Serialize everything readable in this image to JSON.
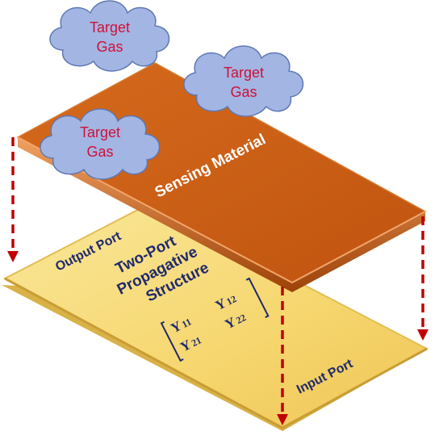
{
  "clouds": [
    {
      "line1": "Target",
      "line2": "Gas"
    },
    {
      "line1": "Target",
      "line2": "Gas"
    },
    {
      "line1": "Target",
      "line2": "Gas"
    }
  ],
  "sensing_layer": {
    "label": "Sensing Material"
  },
  "board": {
    "output_port": "Output Port",
    "input_port": "Input Port",
    "structure_line1": "Two-Port",
    "structure_line2": "Propagative",
    "structure_line3": "Structure"
  },
  "matrix": {
    "y11_main": "Y",
    "y11_sub": "11",
    "y12_main": "Y",
    "y12_sub": "12",
    "y21_main": "Y",
    "y21_sub": "21",
    "y22_main": "Y",
    "y22_sub": "22"
  },
  "colors": {
    "cloud_fill": "#a3b5e2",
    "cloud_text": "#d0103a",
    "sensing_fill": "#c95a12",
    "board_fill": "#f6d66e",
    "board_text": "#1f2a6e",
    "arrow": "#c00000"
  }
}
